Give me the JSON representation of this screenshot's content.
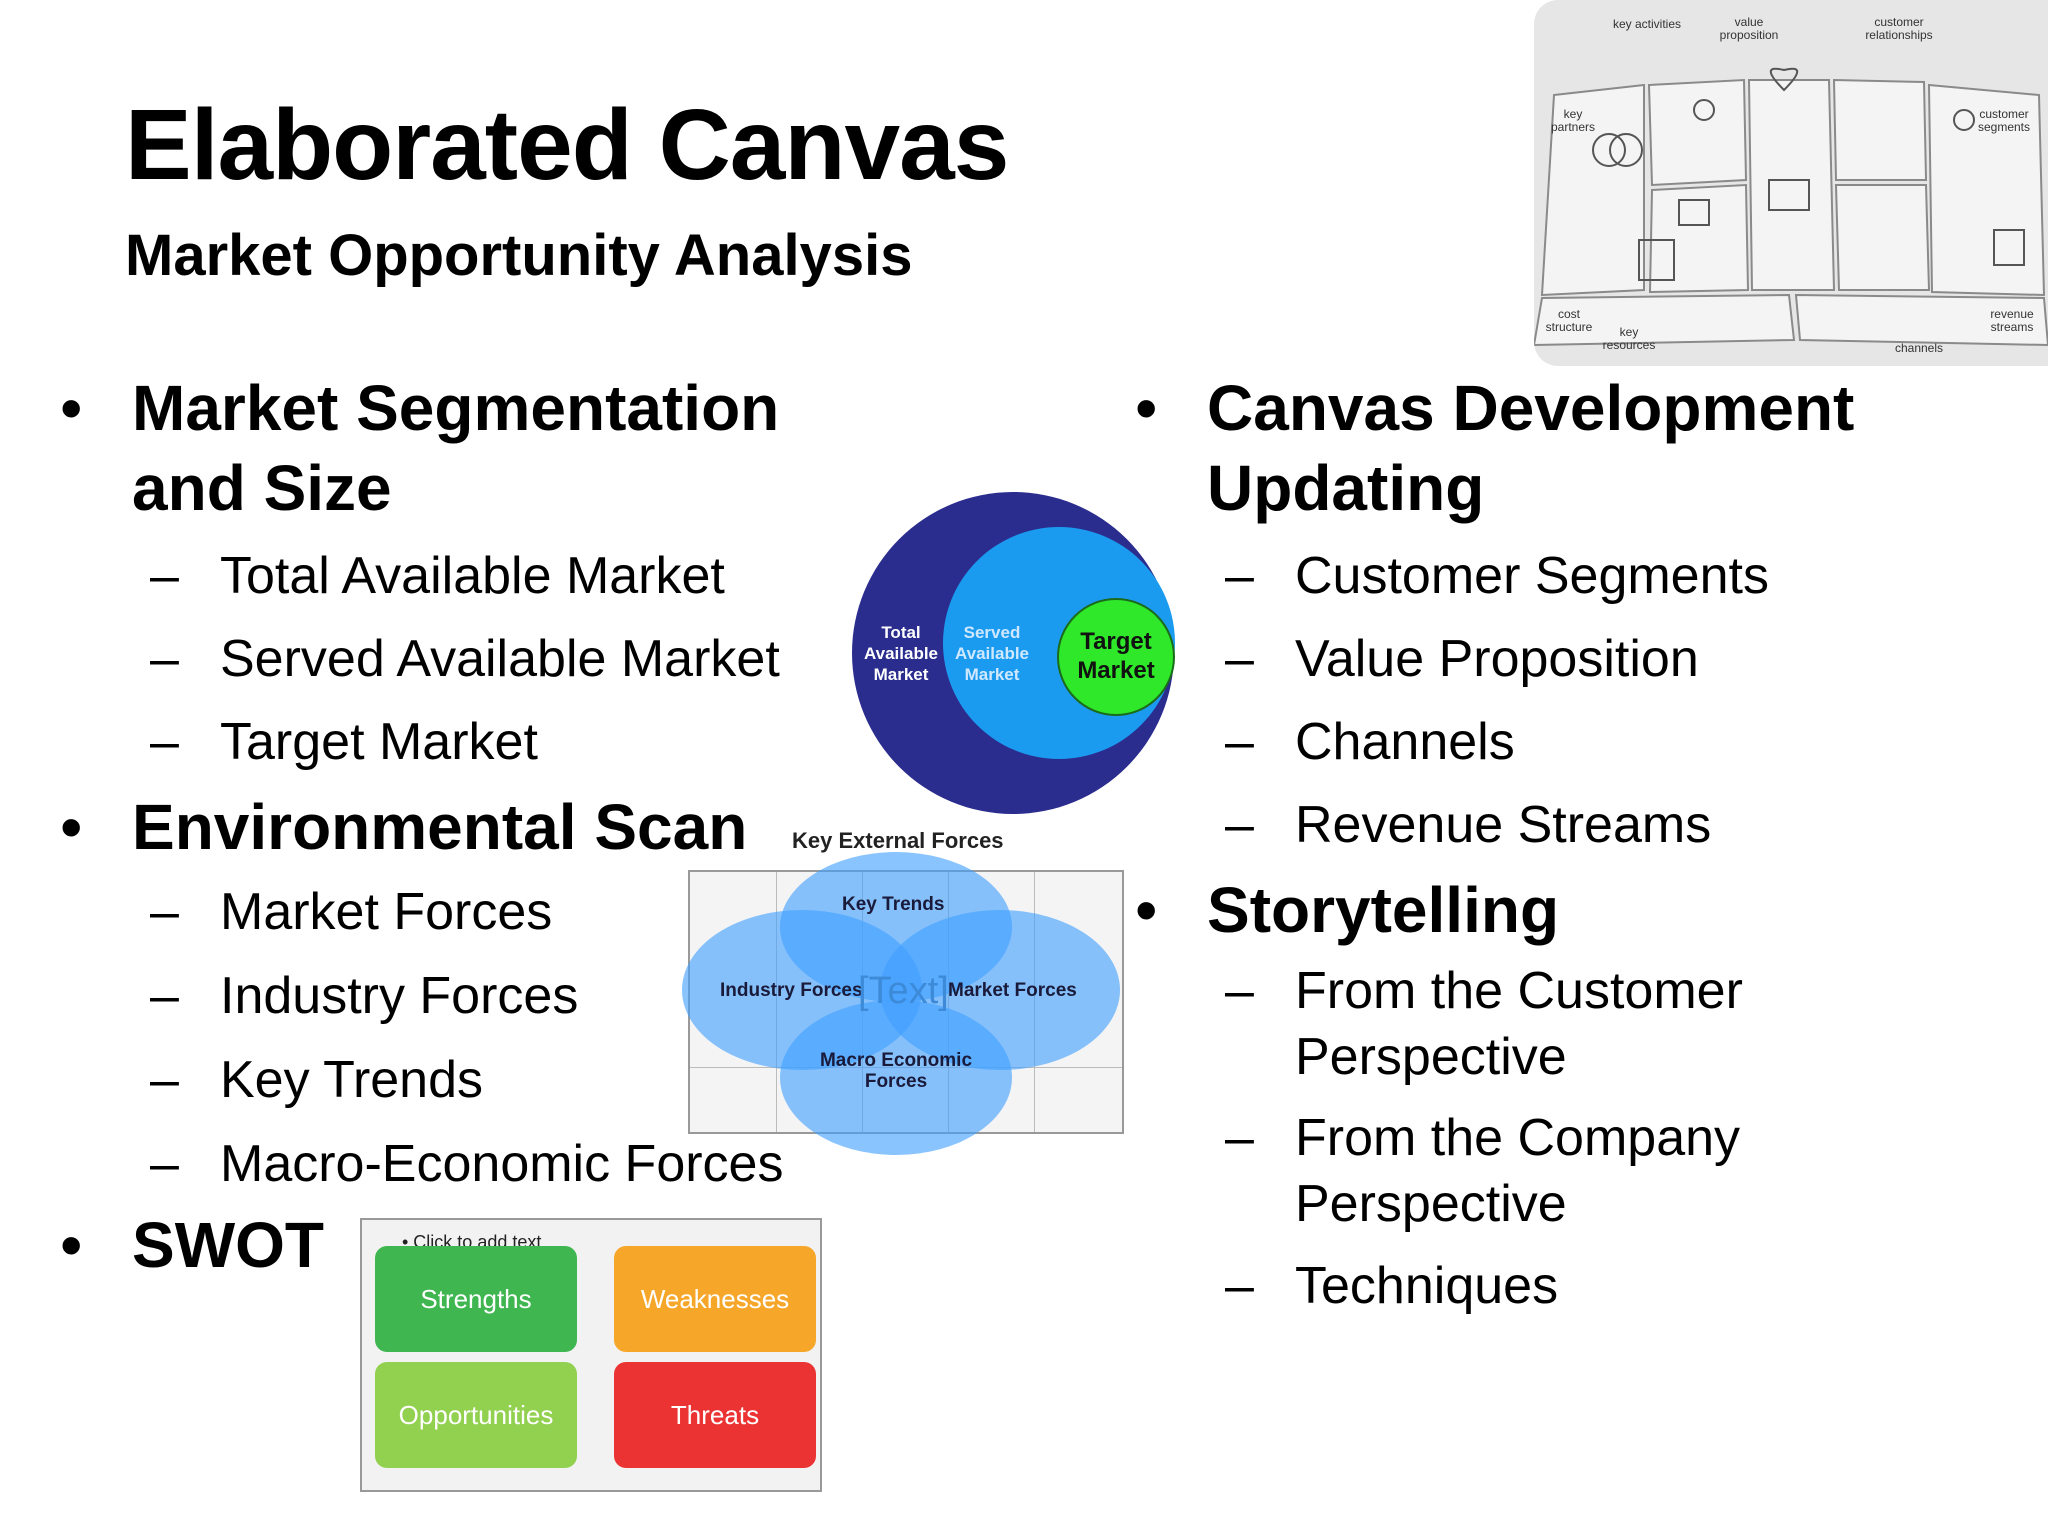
{
  "slide": {
    "title": "Elaborated Canvas",
    "subtitle": "Market Opportunity Analysis"
  },
  "left_column": [
    {
      "label_lines": [
        "Market Segmentation",
        "and Size"
      ],
      "sub": [
        "Total Available Market",
        "Served Available Market",
        "Target Market"
      ]
    },
    {
      "label": "Environmental Scan",
      "sub": [
        "Market Forces",
        "Industry Forces",
        "Key Trends",
        "Macro-Economic Forces"
      ]
    },
    {
      "label": "SWOT",
      "sub": []
    }
  ],
  "right_column": [
    {
      "label_lines": [
        "Canvas Development",
        "Updating"
      ],
      "sub": [
        "Customer Segments",
        "Value Proposition",
        "Channels",
        "Revenue Streams"
      ]
    },
    {
      "label": "Storytelling",
      "sub_lines": [
        [
          "From the Customer",
          "Perspective"
        ],
        [
          "From the Company",
          "Perspective"
        ],
        [
          "Techniques"
        ]
      ]
    }
  ],
  "tam_diagram": {
    "total": [
      "Total",
      "Available",
      "Market"
    ],
    "served": [
      "Served",
      "Available",
      "Market"
    ],
    "target": [
      "Target",
      "Market"
    ],
    "colors": {
      "total": "#2a2d8e",
      "served": "#1b9bf0",
      "target": "#2ee829"
    }
  },
  "forces_diagram": {
    "title": "Key External Forces",
    "top": "Key Trends",
    "left": "Industry Forces",
    "center": "[Text]",
    "right": "Market Forces",
    "bottom": [
      "Macro Economic",
      "Forces"
    ]
  },
  "swot_diagram": {
    "placeholder": "• Click to add text",
    "strengths": "Strengths",
    "weaknesses": "Weaknesses",
    "opportunities": "Opportunities",
    "threats": "Threats",
    "colors": {
      "strengths": "#3fb650",
      "weaknesses": "#f6a72a",
      "opportunities": "#92d050",
      "threats": "#ec3333"
    }
  },
  "canvas_image": {
    "labels": {
      "key_activities": "key activities",
      "value_proposition": [
        "value",
        "proposition"
      ],
      "customer_relationships": [
        "customer",
        "relationships"
      ],
      "key_partners": [
        "key",
        "partners"
      ],
      "customer_segments": [
        "customer",
        "segments"
      ],
      "cost_structure": [
        "cost",
        "structure"
      ],
      "key_resources": [
        "key",
        "resources"
      ],
      "channels": "channels",
      "revenue_streams": [
        "revenue",
        "streams"
      ]
    }
  }
}
